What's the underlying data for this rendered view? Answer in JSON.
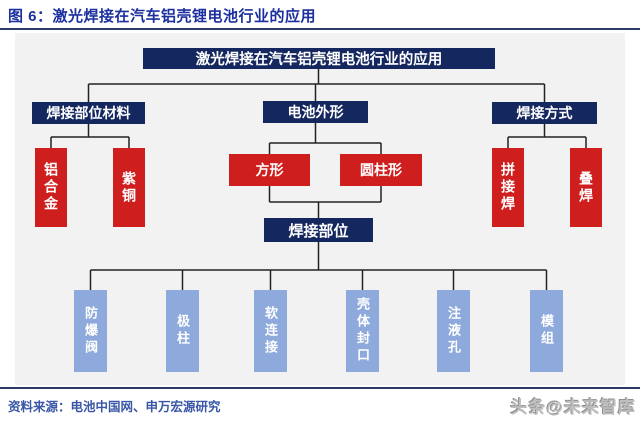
{
  "figure": {
    "title": "图 6：激光焊接在汽车铝壳锂电池行业的应用",
    "source": "资料来源：电池中国网、申万宏源研究",
    "watermark": "头条@未来智库"
  },
  "diagram": {
    "root": {
      "label": "激光焊接在汽车铝壳锂电池行业的应用"
    },
    "branches": [
      {
        "label": "焊接部位材料",
        "children": [
          {
            "label": "铝合金"
          },
          {
            "label": "紫铜"
          }
        ]
      },
      {
        "label": "电池外形",
        "children": [
          {
            "label": "方形"
          },
          {
            "label": "圆柱形"
          }
        ]
      },
      {
        "label": "焊接方式",
        "children": [
          {
            "label": "拼接焊"
          },
          {
            "label": "叠焊"
          }
        ]
      }
    ],
    "weld_parts": {
      "label": "焊接部位",
      "children": [
        {
          "label": "防爆阀"
        },
        {
          "label": "极柱"
        },
        {
          "label": "软连接"
        },
        {
          "label": "壳体封口"
        },
        {
          "label": "注液孔"
        },
        {
          "label": "模组"
        }
      ]
    }
  },
  "colors": {
    "navy_box": "#14275f",
    "red_box": "#cf1e1e",
    "light_blue_box": "#8ea9db",
    "title_blue": "#1c2f9e",
    "rule_navy": "#2b3a67",
    "source_blue": "#3a57a7",
    "panel_gray": "#f2f2f2",
    "connector": "#222222"
  }
}
